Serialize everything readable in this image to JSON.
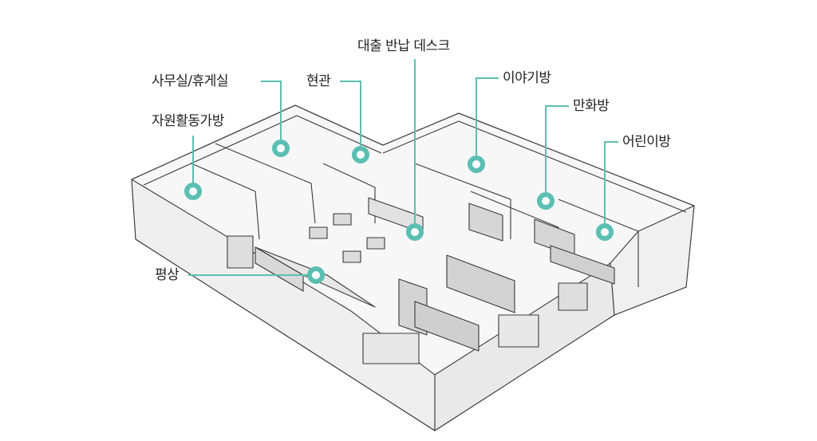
{
  "image": {
    "subject": "pencil sketch of an isometric library floor plan",
    "accent_color": "#5bbfb3"
  },
  "labels": {
    "office": "사무실/휴게실",
    "volunteer": "자원활동가방",
    "entrance": "현관",
    "desk": "대출  반납 데스크",
    "story": "이야기방",
    "comic": "만화방",
    "kids": "어린이방",
    "floor": "평상"
  }
}
